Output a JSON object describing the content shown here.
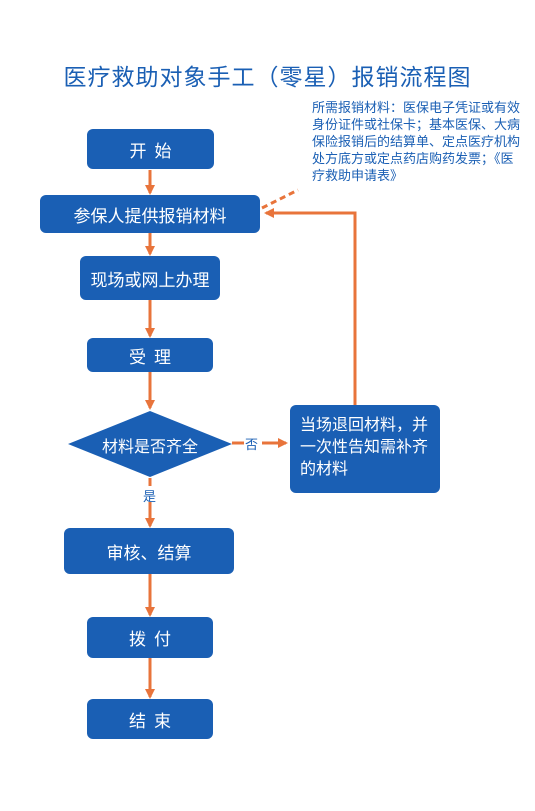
{
  "title": "医疗救助对象手工（零星）报销流程图",
  "note": "所需报销材料：医保电子凭证或有效身份证件或社保卡；基本医保、大病保险报销后的结算单、定点医疗机构处方底方或定点药店购药发票；《医疗救助申请表》",
  "nodes": {
    "start": "开始",
    "submit": "参保人提供报销材料",
    "handle": "现场或网上办理",
    "accept": "受理",
    "check": "材料是否齐全",
    "return": "当场退回材料，并一次性告知需补齐的材料",
    "review": "审核、结算",
    "pay": "拨付",
    "end": "结束"
  },
  "edges": {
    "yes": "是",
    "no": "否"
  },
  "colors": {
    "box": "#1a5fb4",
    "arrow": "#e8743b",
    "text": "#1a5fb4"
  }
}
